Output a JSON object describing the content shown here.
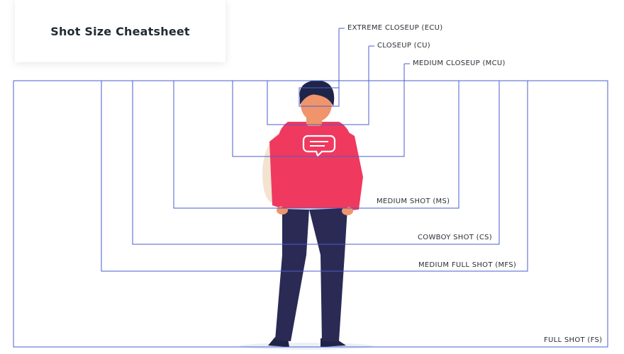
{
  "title": "Shot Size Cheatsheet",
  "shots": [
    {
      "label": "EXTREME CLOSEUP (ECU)"
    },
    {
      "label": "CLOSEUP (CU)"
    },
    {
      "label": "MEDIUM CLOSEUP (MCU)"
    },
    {
      "label": "MEDIUM SHOT (MS)"
    },
    {
      "label": "COWBOY SHOT (CS)"
    },
    {
      "label": "MEDIUM FULL SHOT (MFS)"
    },
    {
      "label": "FULL SHOT (FS)"
    }
  ],
  "colors": {
    "frame_line": "#4a5ccf",
    "sweater": "#f0395f",
    "pants": "#2a2a55",
    "skin": "#f0956b",
    "hair": "#1e2547",
    "bag": "#f2e4d0"
  }
}
